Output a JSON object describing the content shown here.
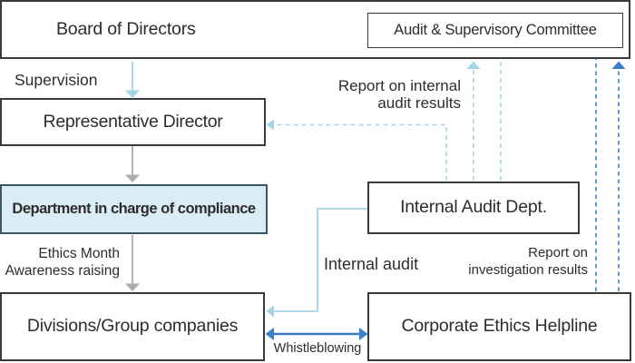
{
  "diagram": {
    "boxes": {
      "board": "Board of Directors",
      "committee": "Audit & Supervisory Committee",
      "representative": "Representative Director",
      "compliance_dept": "Department in charge of compliance",
      "divisions": "Divisions/Group companies",
      "internal_audit_dept": "Internal Audit Dept.",
      "ethics_helpline": "Corporate Ethics Helpline"
    },
    "labels": {
      "supervision": "Supervision",
      "report_internal_audit": "Report on internal\naudit results",
      "ethics_month": "Ethics Month\nAwareness raising",
      "internal_audit": "Internal audit",
      "report_investigation": "Report on\ninvestigation results",
      "whistleblowing": "Whistleblowing"
    },
    "colors": {
      "light_blue": "#a3d5e6",
      "dark_blue": "#3d7fc4",
      "gray": "#ababab",
      "box_border": "#3a3a3a",
      "dept_fill": "#daecf4",
      "dept_border": "#3e5663",
      "text": "#2d2d2d"
    }
  }
}
